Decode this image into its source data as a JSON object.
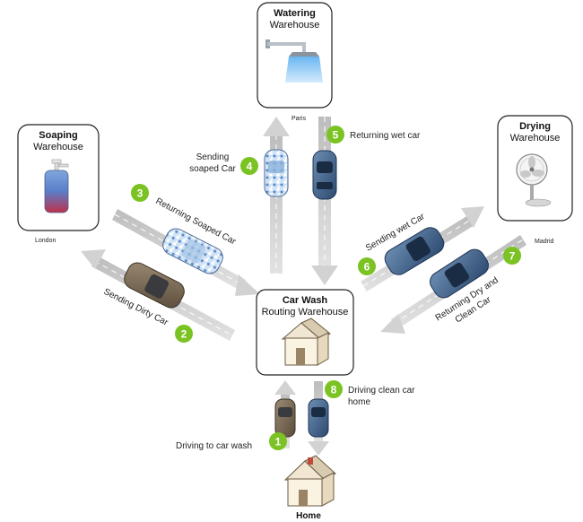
{
  "colors": {
    "badge": "#7bc323",
    "road": "#cfcfcf",
    "road_stripe": "#ffffff",
    "arrow": "#d4d4d4",
    "car_blue": "#3e5f86",
    "car_brown": "#7a6a55"
  },
  "warehouses": {
    "watering": {
      "title": "Watering",
      "subtitle": "Warehouse",
      "city": "Paris",
      "icon": "shower-icon"
    },
    "soaping": {
      "title": "Soaping",
      "subtitle": "Warehouse",
      "city": "London",
      "icon": "soap-bottle-icon"
    },
    "drying": {
      "title": "Drying",
      "subtitle": "Warehouse",
      "city": "Madrid",
      "icon": "fan-icon"
    },
    "carwash": {
      "title": "Car Wash",
      "subtitle": "Routing Warehouse",
      "icon": "house-icon"
    }
  },
  "home": {
    "label": "Home",
    "icon": "house-icon"
  },
  "steps": [
    {
      "num": "1",
      "label": "Driving to car wash"
    },
    {
      "num": "2",
      "label": "Sending Dirty Car"
    },
    {
      "num": "3",
      "label": "Returning Soaped Car"
    },
    {
      "num": "4",
      "label_line1": "Sending",
      "label_line2": "soaped Car"
    },
    {
      "num": "5",
      "label": "Returning wet car"
    },
    {
      "num": "6",
      "label": "Sending wet Car"
    },
    {
      "num": "7",
      "label_line1": "Returning Dry and",
      "label_line2": "Clean Car"
    },
    {
      "num": "8",
      "label_line1": "Driving clean car",
      "label_line2": "home"
    }
  ]
}
